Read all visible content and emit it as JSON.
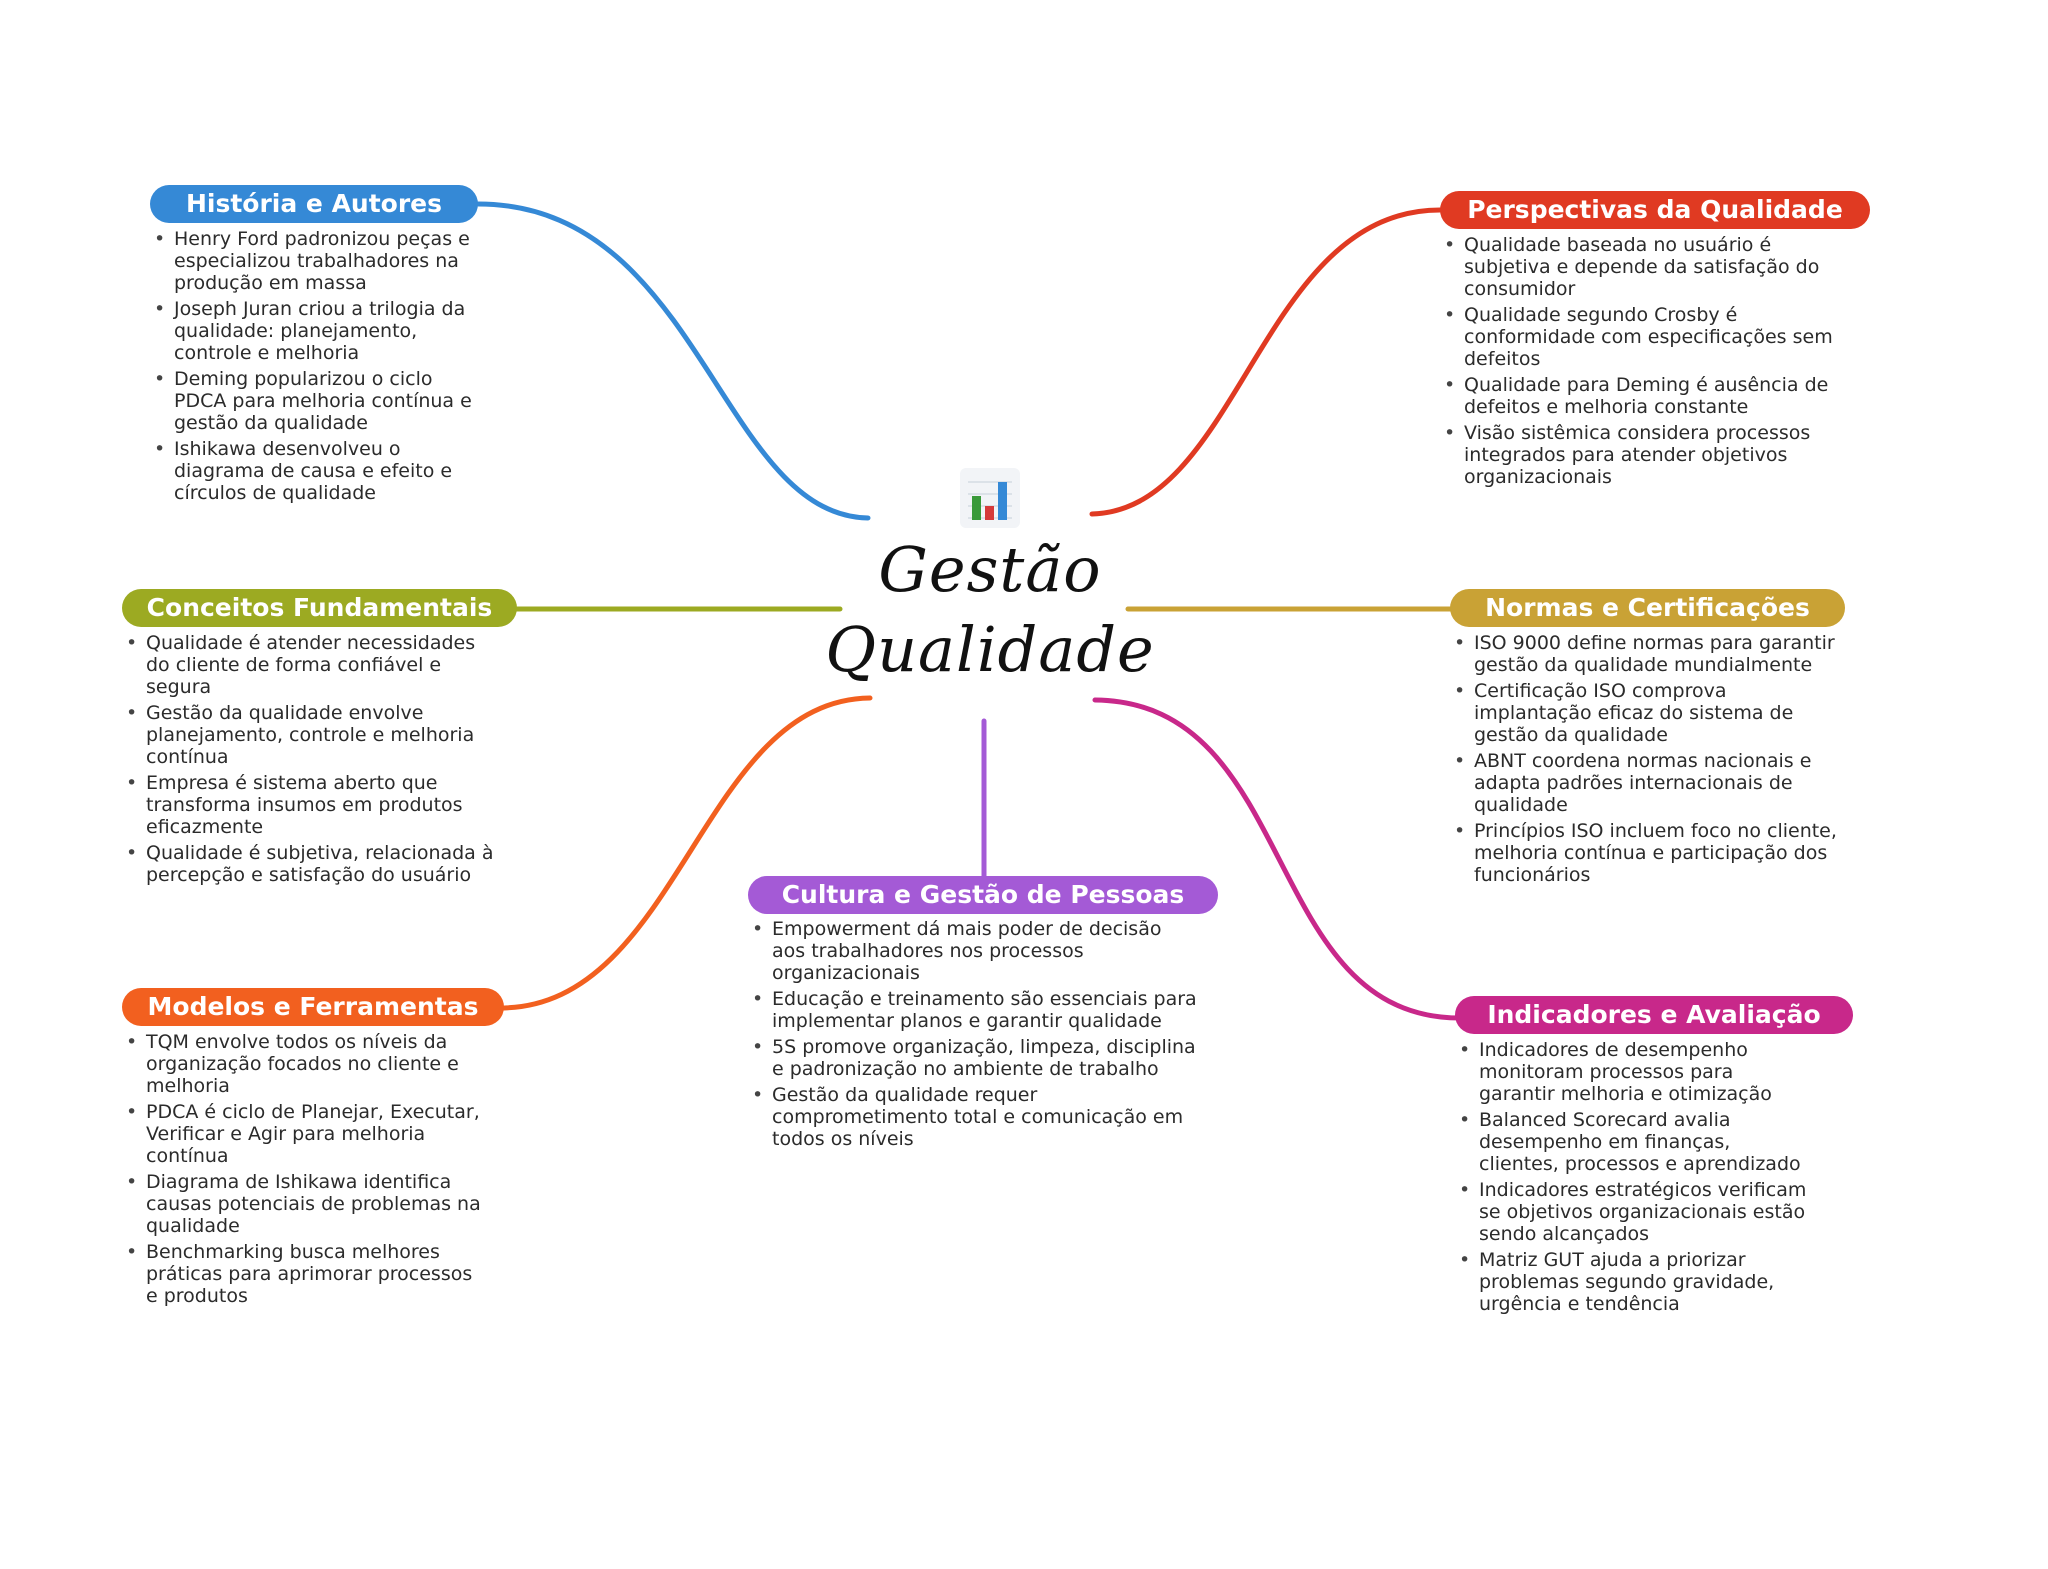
{
  "center": {
    "title": "Gestão Qualidade",
    "icon": "bar-chart-icon"
  },
  "branches": {
    "historia": {
      "title": "História e Autores",
      "color": "#3589d6",
      "items": [
        "Henry Ford padronizou peças e especializou trabalhadores na produção em massa",
        "Joseph Juran criou a trilogia da qualidade: planejamento, controle e melhoria",
        "Deming popularizou o ciclo PDCA para melhoria contínua e gestão da qualidade",
        "Ishikawa desenvolveu o diagrama de causa e efeito e círculos de qualidade"
      ]
    },
    "perspectivas": {
      "title": "Perspectivas da Qualidade",
      "color": "#e03a22",
      "items": [
        "Qualidade baseada no usuário é subjetiva e depende da satisfação do consumidor",
        "Qualidade segundo Crosby é conformidade com especificações sem defeitos",
        "Qualidade para Deming é ausência de defeitos e melhoria constante",
        "Visão sistêmica considera processos integrados para atender objetivos organizacionais"
      ]
    },
    "conceitos": {
      "title": "Conceitos Fundamentais",
      "color": "#9caa22",
      "items": [
        "Qualidade é atender necessidades do cliente de forma confiável e segura",
        "Gestão da qualidade envolve planejamento, controle e melhoria contínua",
        "Empresa é sistema aberto que transforma insumos em produtos eficazmente",
        "Qualidade é subjetiva, relacionada à percepção e satisfação do usuário"
      ]
    },
    "normas": {
      "title": "Normas e Certificações",
      "color": "#c9a235",
      "items": [
        "ISO 9000 define normas para garantir gestão da qualidade mundialmente",
        "Certificação ISO comprova implantação eficaz do sistema de gestão da qualidade",
        "ABNT coordena normas nacionais e adapta padrões internacionais de qualidade",
        "Princípios ISO incluem foco no cliente, melhoria contínua e participação dos funcionários"
      ]
    },
    "modelos": {
      "title": "Modelos e Ferramentas",
      "color": "#f2601f",
      "items": [
        "TQM envolve todos os níveis da organização focados no cliente e melhoria",
        "PDCA é ciclo de Planejar, Executar, Verificar e Agir para melhoria contínua",
        "Diagrama de Ishikawa identifica causas potenciais de problemas na qualidade",
        "Benchmarking busca melhores práticas para aprimorar processos e produtos"
      ]
    },
    "cultura": {
      "title": "Cultura e Gestão de Pessoas",
      "color": "#a45ad6",
      "items": [
        "Empowerment dá mais poder de decisão aos trabalhadores nos processos organizacionais",
        "Educação e treinamento são essenciais para implementar planos e garantir qualidade",
        "5S promove organização, limpeza, disciplina e padronização no ambiente de trabalho",
        "Gestão da qualidade requer comprometimento total e comunicação em todos os níveis"
      ]
    },
    "indicadores": {
      "title": "Indicadores e Avaliação",
      "color": "#c8288a",
      "items": [
        "Indicadores de desempenho monitoram processos para garantir melhoria e otimização",
        "Balanced Scorecard avalia desempenho em finanças, clientes, processos e aprendizado",
        "Indicadores estratégicos verificam se objetivos organizacionais estão sendo alcançados",
        "Matriz GUT ajuda a priorizar problemas segundo gravidade, urgência e tendência"
      ]
    }
  }
}
